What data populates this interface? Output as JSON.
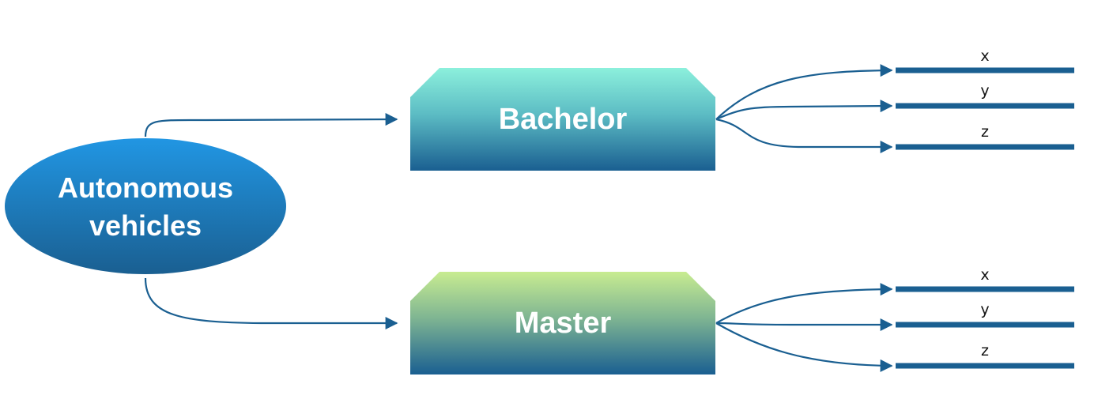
{
  "diagram": {
    "root": {
      "label_line1": "Autonomous",
      "label_line2": "vehicles"
    },
    "children": [
      {
        "label": "Bachelor",
        "leaves": [
          "x",
          "y",
          "z"
        ]
      },
      {
        "label": "Master",
        "leaves": [
          "x",
          "y",
          "z"
        ]
      }
    ],
    "colors": {
      "line": "#1a5f91",
      "root_top": "#2196e3",
      "root_bottom": "#1a5f91",
      "bachelor_top": "#8cf0dc",
      "bachelor_bottom": "#1a5f91",
      "master_top": "#c8ec91",
      "master_bottom": "#1a5f91"
    }
  }
}
